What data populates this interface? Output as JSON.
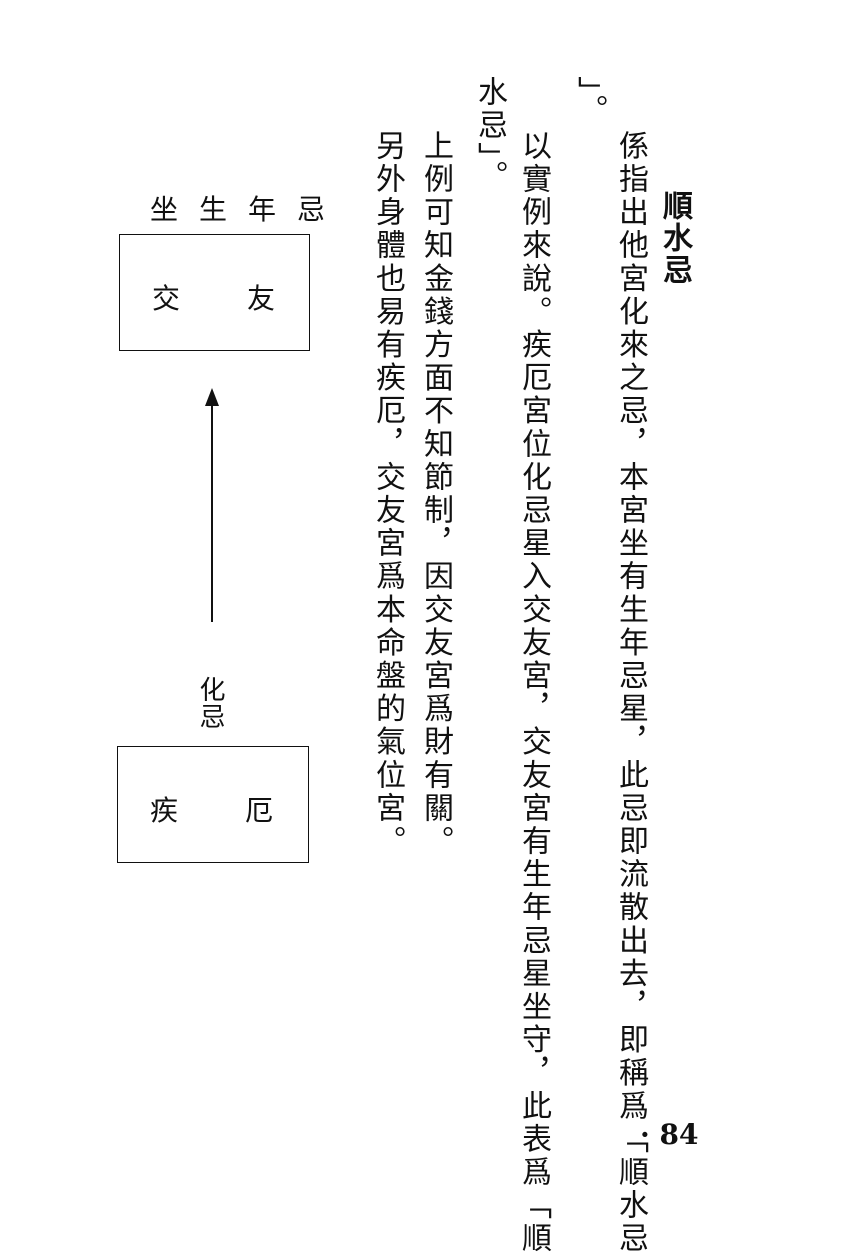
{
  "heading": "順水忌",
  "paragraphs": {
    "p1_line1": "係指出他宮化來之忌，本宮坐有生年忌星，此忌即流散出去，即稱爲「順水忌",
    "p1_line2": "」。",
    "p2_line1": "以實例來說。疾厄宮位化忌星入交友宮，交友宮有生年忌星坐守，此表爲「順",
    "p2_line2": "水忌」。",
    "p3_line1": "上例可知金錢方面不知節制，因交友宮爲財有關。",
    "p3_line2": "另外身體也易有疾厄，交友宮爲本命盤的氣位宮。"
  },
  "diagram": {
    "top_label": "坐生年忌",
    "top_box_left": "交",
    "top_box_right": "友",
    "arrow_label": "化忌",
    "bottom_box_left": "疾",
    "bottom_box_right": "厄"
  },
  "page_number": "· 84"
}
